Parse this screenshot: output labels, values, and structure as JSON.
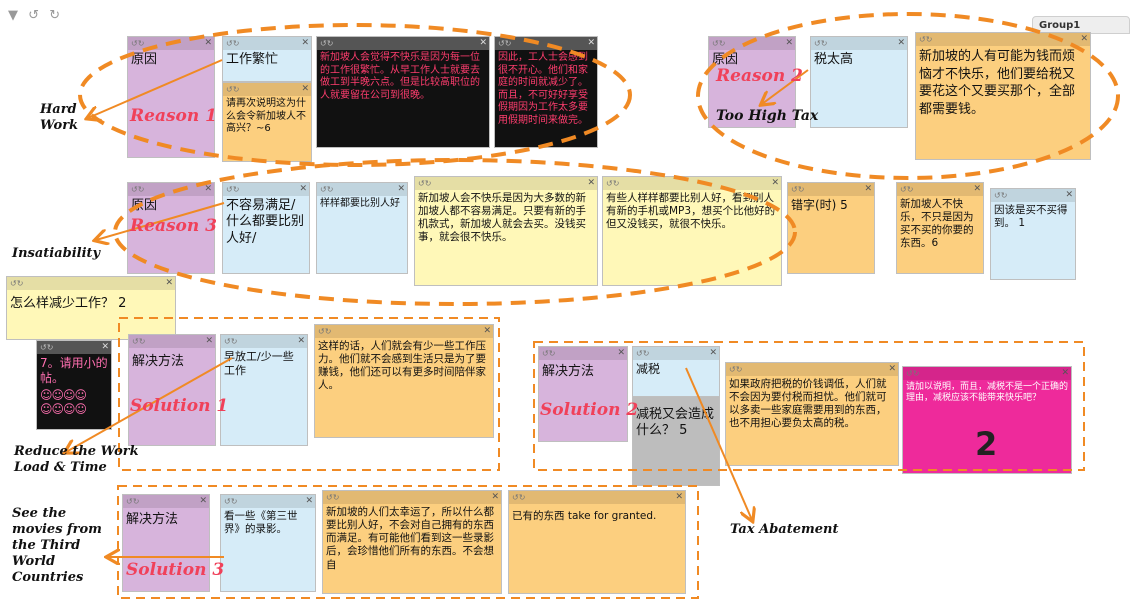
{
  "toolbar": {
    "collapse": "▼",
    "undo": "↺",
    "redo": "↻"
  },
  "group_tab": "Group1",
  "notes": {
    "r1_label": "原因",
    "r1_work": "工作繁忙",
    "r1_q": "请再次说明这为什么会令新加坡人不高兴？~6",
    "r1_d1": "新加坡人会觉得不快乐是因为每一位的工作很繁忙。从早工作人士就要去做工到半晚六点。但是比较高职位的人就要留在公司到很晚。",
    "r1_d2": "因此，工人士会感到很不开心。他们和家庭的时间就减少了。而且，不可好好享受假期因为工作太多要用假期时间来做完。",
    "r2_label": "原因",
    "r2_tax": "税太高",
    "r2_desc": "新加坡的人有可能为钱而烦恼才不快乐，他们要给税又要花这个又要买那个，全部都需要钱。",
    "r3_label": "原因",
    "r3_insat": "不容易满足/什么都要比别人好/",
    "r3_compare": "样样都要比别人好",
    "r3_d1": "新加坡人会不快乐是因为大多数的新加坡人都不容易满足。只要有新的手机款式，新加坡人就会去买。没钱买事，就会很不快乐。",
    "r3_d2": "有些人样样都要比别人好，看到别人有新的手机或MP3，想买个比他好的但又没钱买，就很不快乐。",
    "r3_typo": "错字(时) 5",
    "r3_d3": "新加坡人不快乐，不只是因为买不买的你要的东西。6",
    "r3_d4": "因该是买不买得到。 1",
    "q_reduce": "怎么样减少工作？ 2",
    "s1_smiley": "7。请用小的帖。",
    "s1_label": "解决方法",
    "s1_early": "早放工/少一些工作",
    "s1_desc": "这样的话，人们就会有少一些工作压力。他们就不会感到生活只是为了要赚钱，他们还可以有更多时间陪伴家人。",
    "s2_label": "解决方法",
    "s2_cut": "减税",
    "s2_q": "减税又会造成什么？ 5",
    "s2_desc": "如果政府把税的价钱调低，人们就不会因为要付税而担忧。他们就可以多卖一些家庭需要用到的东西，也不用担心要负太高的税。",
    "s2_pink": "请加以说明，而且，减税不是一个正确的理由，减税应该不能带来快乐吧？",
    "s2_pink_num": "2",
    "s3_label": "解决方法",
    "s3_movie": "看一些《第三世界》的录影。",
    "s3_desc": "新加坡的人们太幸运了，所以什么都要比别人好，不会对自己拥有的东西而满足。有可能他们看到这一些录影后，会珍惜他们所有的东西。不会想自",
    "s3_granted": "已有的东西 take for granted."
  },
  "reason_labels": {
    "r1": "Reason 1",
    "r2": "Reason 2",
    "r3": "Reason 3",
    "s1": "Solution 1",
    "s2": "Solution 2",
    "s3": "Solution 3"
  },
  "annotations": {
    "hard_work": "Hard Work",
    "too_high_tax": "Too High Tax",
    "insatiability": "Insatiability",
    "reduce_work": "Reduce the Work Load & Time",
    "see_movies": "See the movies from the Third World Countries",
    "tax_abatement": "Tax Abatement"
  },
  "colors": {
    "purple": "#d7b4dc",
    "lightblue": "#d6ecf8",
    "yellow": "#fff8b8",
    "orange": "#fccf7f",
    "black": "#111111",
    "pink": "#ee2a9b",
    "grey": "#bdbdbd",
    "dash": "#f08a24",
    "reason_text": "#f0415a"
  }
}
